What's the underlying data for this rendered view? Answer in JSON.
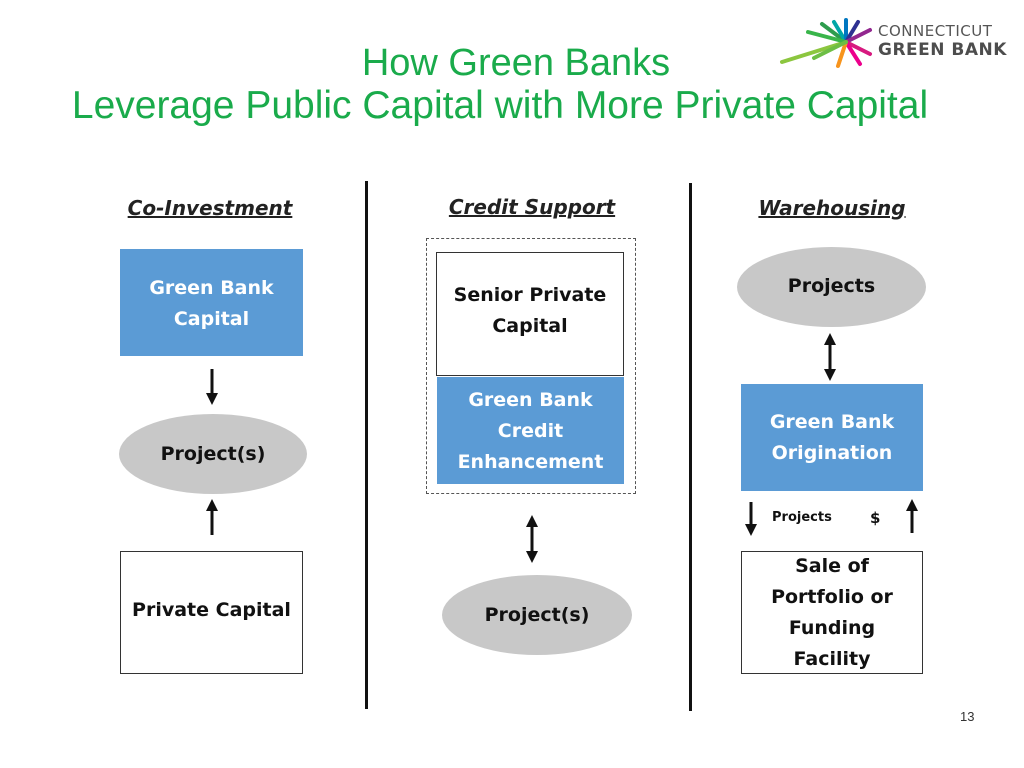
{
  "title": {
    "line1": "How Green Banks",
    "line2": "Leverage Public Capital with More Private Capital"
  },
  "logo": {
    "line1": "CONNECTICUT",
    "line2": "GREEN BANK"
  },
  "columns": {
    "co_investment": {
      "heading": "Co-Investment",
      "top_box": "Green Bank\nCapital",
      "oval": "Project(s)",
      "bottom_box": "Private Capital"
    },
    "credit_support": {
      "heading": "Credit Support",
      "top_box": "Senior Private\nCapital",
      "blue_box": "Green Bank\nCredit\nEnhancement",
      "oval": "Project(s)"
    },
    "warehousing": {
      "heading": "Warehousing",
      "oval": "Projects",
      "blue_box": "Green Bank\nOrigination",
      "flow_label_left": "Projects",
      "flow_label_right": "$",
      "bottom_box": "Sale of\nPortfolio or\nFunding\nFacility"
    }
  },
  "page_number": "13",
  "colors": {
    "title": "#1aab4b",
    "blue_box": "#5b9bd5",
    "oval": "#c8c8c8"
  }
}
